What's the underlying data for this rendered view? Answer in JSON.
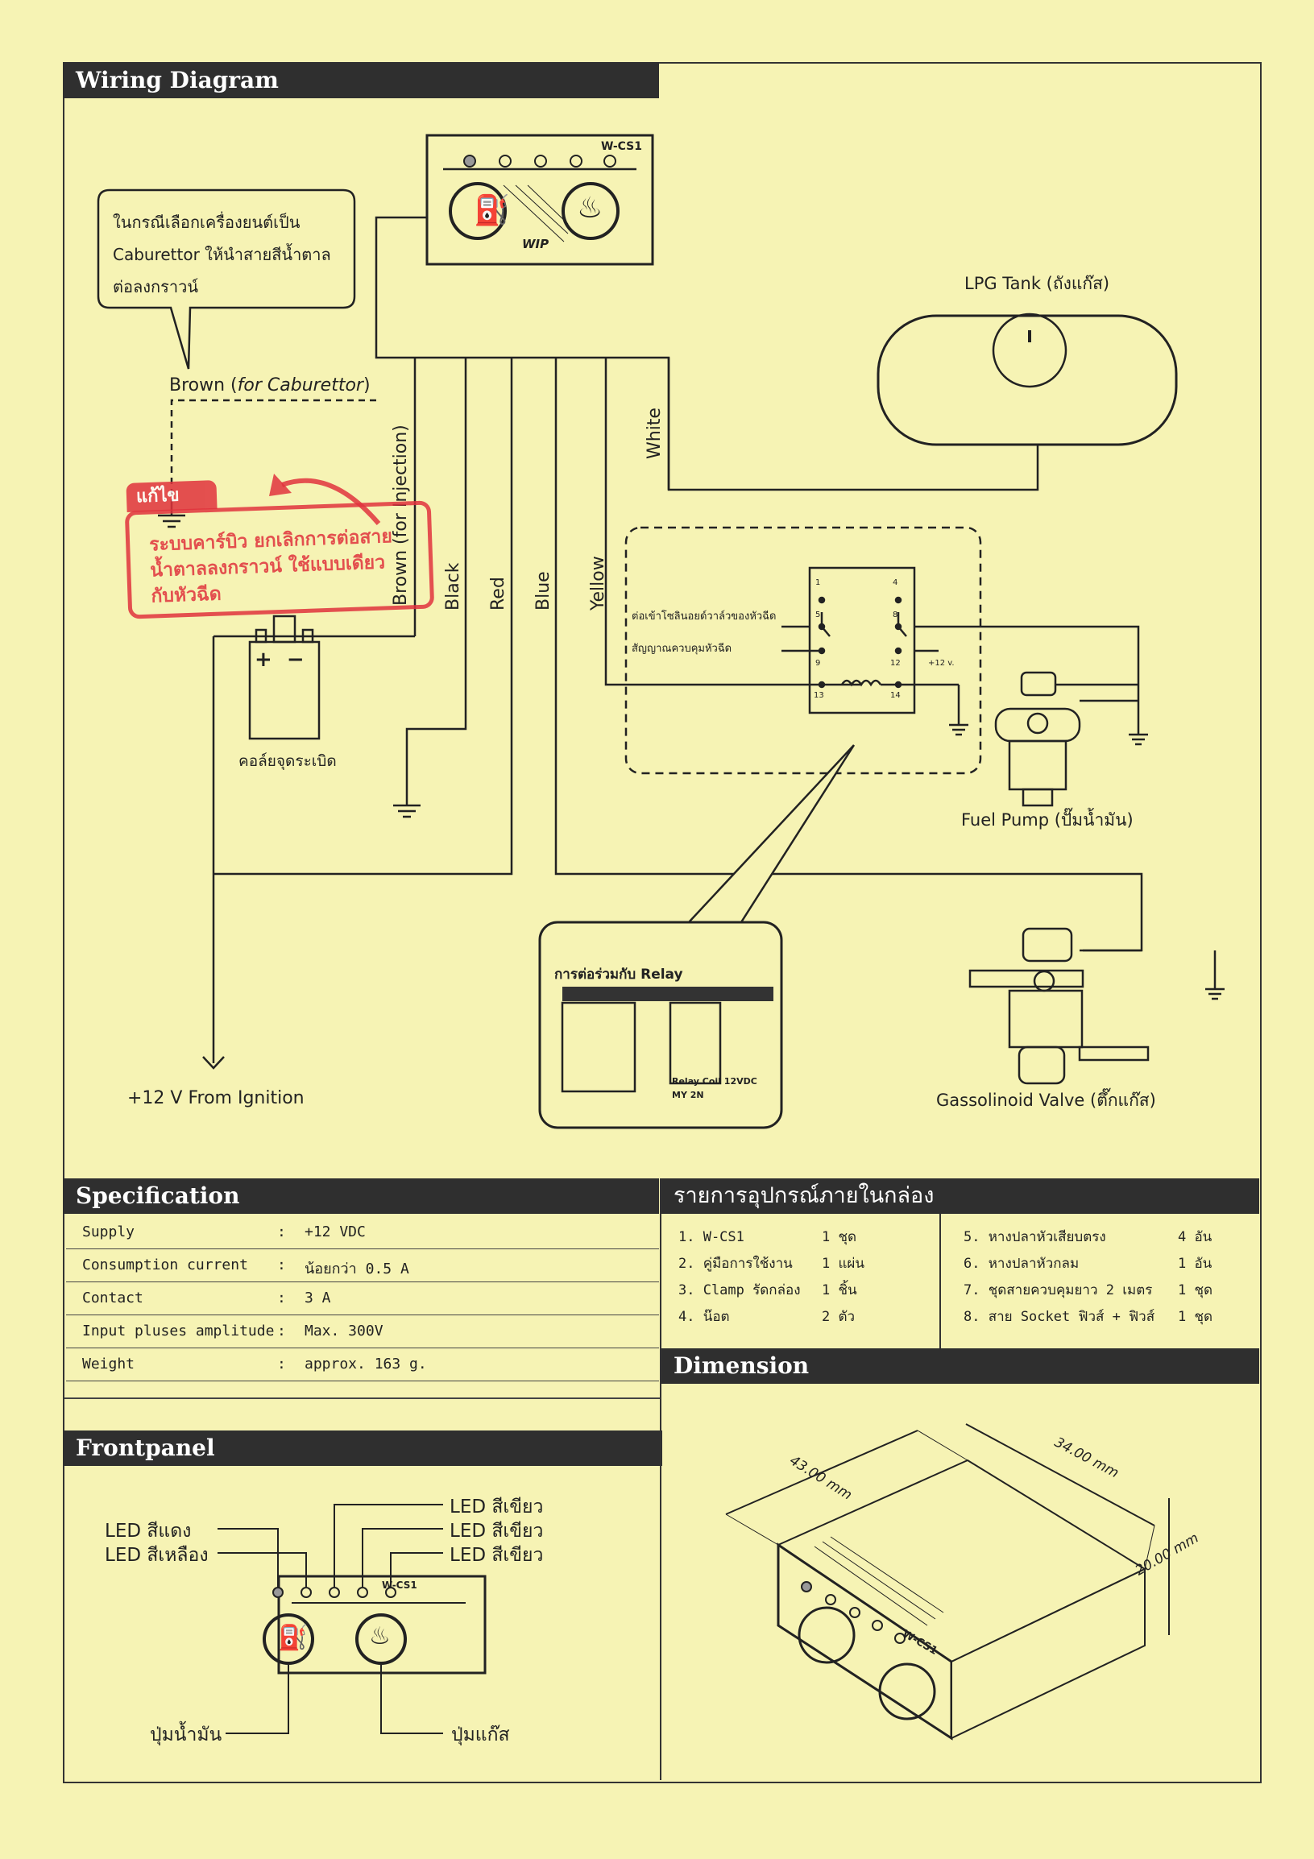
{
  "sections": {
    "wiring": "Wiring Diagram",
    "spec": "Specification",
    "box": "รายการอุปกรณ์ภายในกล่อง",
    "dimension": "Dimension",
    "frontpanel": "Frontpanel"
  },
  "wiring": {
    "bubble_lines": [
      "ในกรณีเลือกเครื่องยนต์เป็น",
      "Caburettor ให้นำสายสีน้ำตาล",
      "ต่อลงกราวน์"
    ],
    "device_model": "W-CS1",
    "brand": "WIP",
    "brown_carb_main": "Brown (",
    "brown_carb_italic": "for Caburettor",
    "brown_carb_end": ")",
    "brown_inj": "Brown (for Injection)",
    "black": "Black",
    "red": "Red",
    "blue": "Blue",
    "yellow": "Yellow",
    "white": "White",
    "coil_label": "คอล์ยจุดระเบิด",
    "ignition": "+12 V From Ignition",
    "lpg_tank": "LPG Tank (ถังแก๊ส)",
    "fuel_pump": "Fuel Pump (ปั๊มน้ำมัน)",
    "valve": "Gassolinoid Valve (ตึ๊กแก๊ส)",
    "relay_signal1": "ต่อเข้าโซลินอยด์วาล์วของหัวฉีด",
    "relay_signal2": "สัญญาณควบคุมหัวฉีด",
    "relay_pins": [
      "1",
      "4",
      "5",
      "8",
      "9",
      "12",
      "13",
      "14"
    ],
    "relay_plus": "+12 v.",
    "relay_box_title": "การต่อร่วมกับ Relay",
    "relay_box_caption1": "Relay Coil 12VDC",
    "relay_box_caption2": "MY 2N",
    "stamp_tab": "แก้ไข",
    "stamp_lines": [
      "ระบบคาร์บิว ยกเลิกการต่อสาย",
      "น้ำตาลลงกราวน์ ใช้แบบเดียว",
      "กับหัวฉีด"
    ]
  },
  "spec": [
    {
      "label": "Supply",
      "sep": ":",
      "value": "+12 VDC"
    },
    {
      "label": "Consumption current",
      "sep": ":",
      "value": "น้อยกว่า 0.5 A"
    },
    {
      "label": "Contact",
      "sep": ":",
      "value": "3 A"
    },
    {
      "label": "Input pluses amplitude",
      "sep": ":",
      "value": "Max. 300V"
    },
    {
      "label": "Weight",
      "sep": ":",
      "value": "approx.   163 g."
    }
  ],
  "box_contents": {
    "left": [
      {
        "name": "1.  W-CS1",
        "qty": "1  ชุด"
      },
      {
        "name": "2.  คู่มือการใช้งาน",
        "qty": "1  แผ่น"
      },
      {
        "name": "3.  Clamp  รัดกล่อง",
        "qty": "1  ชิ้น"
      },
      {
        "name": "4.  น๊อต",
        "qty": "2  ตัว"
      }
    ],
    "right": [
      {
        "name": "5.  หางปลาหัวเสียบตรง",
        "qty": "4  อัน"
      },
      {
        "name": "6.  หางปลาหัวกลม",
        "qty": "1  อัน"
      },
      {
        "name": "7.  ชุดสายควบคุมยาว  2  เมตร",
        "qty": "1  ชุด"
      },
      {
        "name": "8.  สาย  Socket  ฟิวส์  +  ฟิวส์",
        "qty": "1  ชุด"
      }
    ]
  },
  "dimension": {
    "depth": "43.00 mm",
    "width": "34.00 mm",
    "height": "20.00 mm",
    "model": "W-CS1"
  },
  "frontpanel": {
    "led_red": "LED สีแดง",
    "led_yellow": "LED สีเหลือง",
    "led_green_1": "LED สีเขียว",
    "led_green_2": "LED สีเขียว",
    "led_green_3": "LED สีเขียว",
    "fuel_button": "ปุ่มน้ำมัน",
    "gas_button": "ปุ่มแก๊ส",
    "model": "W-CS1"
  }
}
